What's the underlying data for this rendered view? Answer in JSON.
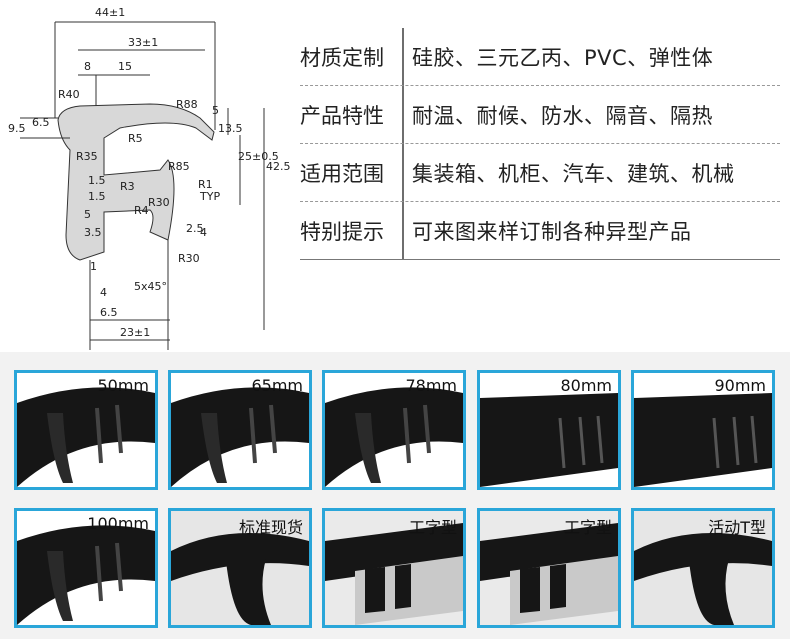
{
  "drawing": {
    "dims": [
      "44±1",
      "33±1",
      "8",
      "15",
      "R40",
      "R88",
      "9.5",
      "6.5",
      "R5",
      "5",
      "13.5",
      "R35",
      "R85",
      "25±0.5",
      "42.5±1",
      "R1",
      "TYP",
      "1.5",
      "1.5",
      "5",
      "3.5",
      "R3",
      "R4",
      "R30",
      "2.5",
      "4",
      "1",
      "4",
      "5x45°",
      "R30",
      "6.5",
      "23±1"
    ]
  },
  "specs": [
    {
      "key": "材质定制",
      "value": "硅胶、三元乙丙、PVC、弹性体"
    },
    {
      "key": "产品特性",
      "value": "耐温、耐候、防水、隔音、隔热"
    },
    {
      "key": "适用范围",
      "value": "集装箱、机柜、汽车、建筑、机械"
    },
    {
      "key": "特别提示",
      "value": "可来图来样订制各种异型产品"
    }
  ],
  "products": [
    {
      "label": "50mm",
      "variant": "ribbed"
    },
    {
      "label": "65mm",
      "variant": "ribbed"
    },
    {
      "label": "78mm",
      "variant": "ribbed"
    },
    {
      "label": "80mm",
      "variant": "flat"
    },
    {
      "label": "90mm",
      "variant": "flat"
    },
    {
      "label": "100mm",
      "variant": "ribbed"
    },
    {
      "label": "标准现货",
      "variant": "T"
    },
    {
      "label": "工字型",
      "variant": "I"
    },
    {
      "label": "工字型",
      "variant": "I"
    },
    {
      "label": "活动T型",
      "variant": "T"
    }
  ],
  "colors": {
    "tile_border": "#2aa6d9",
    "band": "#f2f2f2",
    "rubber": "#161616"
  }
}
